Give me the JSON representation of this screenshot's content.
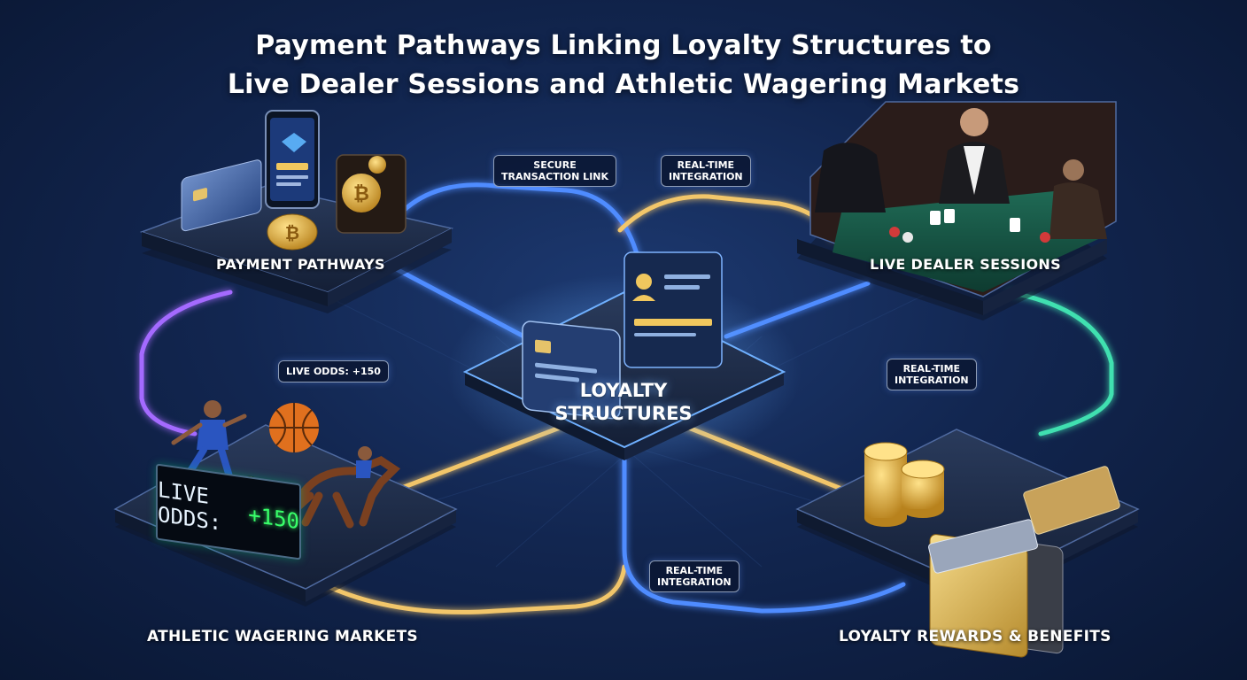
{
  "title": {
    "line1": "Payment Pathways Linking Loyalty Structures to",
    "line2": "Live Dealer Sessions and Athletic Wagering Markets"
  },
  "nodes": {
    "payment": "PAYMENT PATHWAYS",
    "live_dealer": "LIVE DEALER SESSIONS",
    "center_line1": "LOYALTY",
    "center_line2": "STRUCTURES",
    "athletic": "ATHLETIC WAGERING MARKETS",
    "rewards": "LOYALTY REWARDS & BENEFITS"
  },
  "tags": {
    "secure_line1": "SECURE",
    "secure_line2": "TRANSACTION LINK",
    "rti_top_line1": "REAL-TIME",
    "rti_top_line2": "INTEGRATION",
    "rti_right_line1": "REAL-TIME",
    "rti_right_line2": "INTEGRATION",
    "rti_bottom_line1": "REAL-TIME",
    "rti_bottom_line2": "INTEGRATION",
    "live_odds": "LIVE ODDS: +150"
  },
  "ticker": {
    "label": "LIVE ODDS:",
    "value": "+150"
  },
  "colors": {
    "blue_path": "#4f8cff",
    "gold_path": "#f2c66b",
    "purple_path": "#a46bff",
    "teal_path": "#3fe0b0",
    "ticker_green": "#39ff6a"
  }
}
